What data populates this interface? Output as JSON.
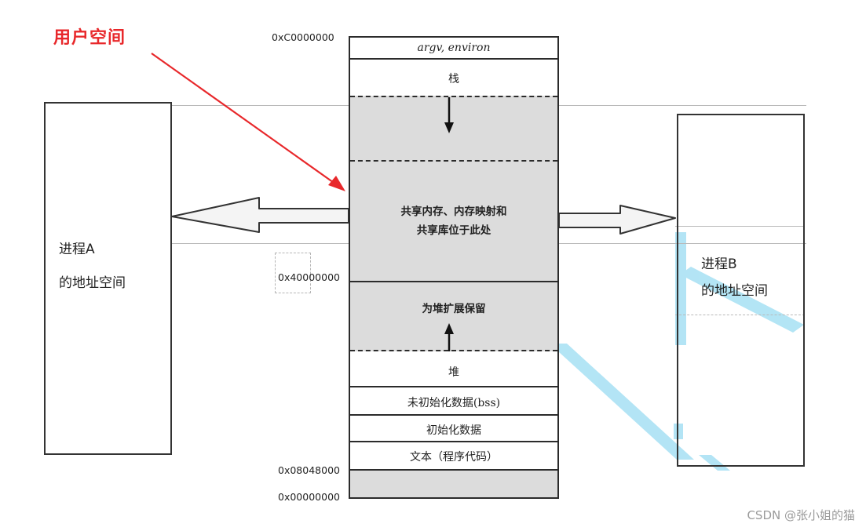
{
  "title": "用户空间",
  "addresses": {
    "top": "0xC0000000",
    "mid": "0x40000000",
    "text_start": "0x08048000",
    "bottom": "0x00000000"
  },
  "segments": {
    "argv_environ": "argv, environ",
    "stack": "栈",
    "shared_line1": "共享内存、内存映射和",
    "shared_line2": "共享库位于此处",
    "heap_reserved": "为堆扩展保留",
    "heap": "堆",
    "bss": "未初始化数据(bss)",
    "data": "初始化数据",
    "text": "文本（程序代码）"
  },
  "process_a": {
    "line1": "进程A",
    "line2": "的地址空间"
  },
  "process_b": {
    "line1": "进程B",
    "line2": "的地址空间"
  },
  "watermark": "CSDN @张小姐的猫",
  "colors": {
    "title": "#e8282b",
    "red_arrow": "#e8282b",
    "cyan_decoration": "#8fd6f0",
    "shade": "#dcdcdc"
  }
}
